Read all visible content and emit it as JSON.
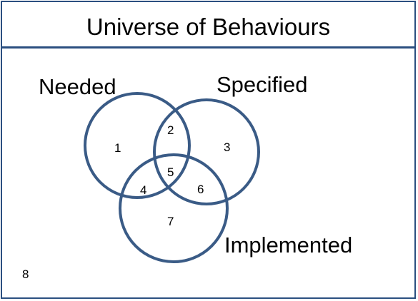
{
  "title": "Universe of Behaviours",
  "sets": {
    "needed": "Needed",
    "specified": "Specified",
    "implemented": "Implemented"
  },
  "regions": {
    "r1": "1",
    "r2": "2",
    "r3": "3",
    "r4": "4",
    "r5": "5",
    "r6": "6",
    "r7": "7",
    "r8": "8"
  },
  "colors": {
    "border": "#2b4f80",
    "circle_stroke": "#3a5b86"
  }
}
